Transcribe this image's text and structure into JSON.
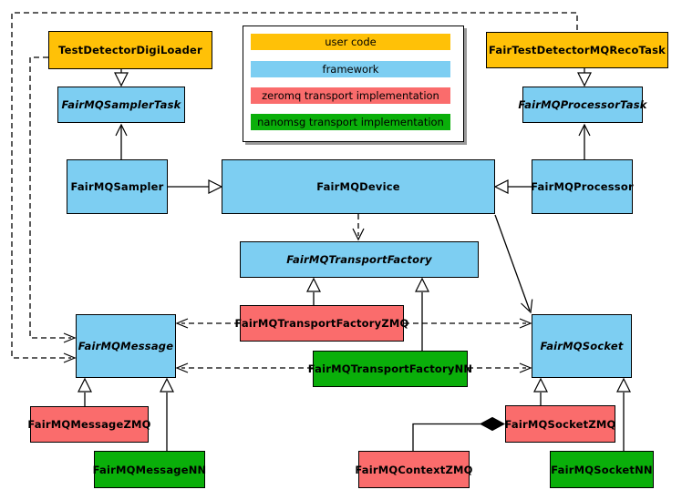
{
  "colors": {
    "user_code": "#FFC107",
    "framework": "#7DCEF2",
    "zeromq": "#FA6C6C",
    "nanomsg": "#0AAF0A",
    "border": "#000000",
    "background": "#FFFFFF",
    "legend_shadow": "#999999"
  },
  "legend": {
    "items": [
      {
        "label": "user code",
        "kind": "user_code"
      },
      {
        "label": "framework",
        "kind": "framework"
      },
      {
        "label": "zeromq transport implementation",
        "kind": "zeromq"
      },
      {
        "label": "nanomsg transport implementation",
        "kind": "nanomsg"
      }
    ]
  },
  "nodes": [
    {
      "id": "TestDetectorDigiLoader",
      "label": "TestDetectorDigiLoader",
      "kind": "user_code",
      "abstract": false
    },
    {
      "id": "FairTestDetectorMQRecoTask",
      "label": "FairTestDetectorMQRecoTask",
      "kind": "user_code",
      "abstract": false
    },
    {
      "id": "FairMQSamplerTask",
      "label": "FairMQSamplerTask",
      "kind": "framework",
      "abstract": true
    },
    {
      "id": "FairMQProcessorTask",
      "label": "FairMQProcessorTask",
      "kind": "framework",
      "abstract": true
    },
    {
      "id": "FairMQSampler",
      "label": "FairMQSampler",
      "kind": "framework",
      "abstract": false
    },
    {
      "id": "FairMQDevice",
      "label": "FairMQDevice",
      "kind": "framework",
      "abstract": false
    },
    {
      "id": "FairMQProcessor",
      "label": "FairMQProcessor",
      "kind": "framework",
      "abstract": false
    },
    {
      "id": "FairMQTransportFactory",
      "label": "FairMQTransportFactory",
      "kind": "framework",
      "abstract": true
    },
    {
      "id": "FairMQTransportFactoryZMQ",
      "label": "FairMQTransportFactoryZMQ",
      "kind": "zeromq",
      "abstract": false
    },
    {
      "id": "FairMQTransportFactoryNN",
      "label": "FairMQTransportFactoryNN",
      "kind": "nanomsg",
      "abstract": false
    },
    {
      "id": "FairMQMessage",
      "label": "FairMQMessage",
      "kind": "framework",
      "abstract": true
    },
    {
      "id": "FairMQSocket",
      "label": "FairMQSocket",
      "kind": "framework",
      "abstract": true
    },
    {
      "id": "FairMQMessageZMQ",
      "label": "FairMQMessageZMQ",
      "kind": "zeromq",
      "abstract": false
    },
    {
      "id": "FairMQMessageNN",
      "label": "FairMQMessageNN",
      "kind": "nanomsg",
      "abstract": false
    },
    {
      "id": "FairMQContextZMQ",
      "label": "FairMQContextZMQ",
      "kind": "zeromq",
      "abstract": false
    },
    {
      "id": "FairMQSocketZMQ",
      "label": "FairMQSocketZMQ",
      "kind": "zeromq",
      "abstract": false
    },
    {
      "id": "FairMQSocketNN",
      "label": "FairMQSocketNN",
      "kind": "nanomsg",
      "abstract": false
    }
  ],
  "edges": [
    {
      "from": "TestDetectorDigiLoader",
      "to": "FairMQSamplerTask",
      "type": "generalization"
    },
    {
      "from": "FairTestDetectorMQRecoTask",
      "to": "FairMQProcessorTask",
      "type": "generalization"
    },
    {
      "from": "FairMQSampler",
      "to": "FairMQSamplerTask",
      "type": "association"
    },
    {
      "from": "FairMQProcessor",
      "to": "FairMQProcessorTask",
      "type": "association"
    },
    {
      "from": "FairMQSampler",
      "to": "FairMQDevice",
      "type": "generalization"
    },
    {
      "from": "FairMQProcessor",
      "to": "FairMQDevice",
      "type": "generalization"
    },
    {
      "from": "FairMQDevice",
      "to": "FairMQTransportFactory",
      "type": "dependency"
    },
    {
      "from": "FairMQDevice",
      "to": "FairMQSocket",
      "type": "association"
    },
    {
      "from": "FairMQTransportFactoryZMQ",
      "to": "FairMQTransportFactory",
      "type": "generalization"
    },
    {
      "from": "FairMQTransportFactoryNN",
      "to": "FairMQTransportFactory",
      "type": "generalization"
    },
    {
      "from": "FairMQTransportFactoryZMQ",
      "to": "FairMQMessage",
      "type": "dependency"
    },
    {
      "from": "FairMQTransportFactoryZMQ",
      "to": "FairMQSocket",
      "type": "dependency"
    },
    {
      "from": "FairMQTransportFactoryNN",
      "to": "FairMQMessage",
      "type": "dependency"
    },
    {
      "from": "FairMQTransportFactoryNN",
      "to": "FairMQSocket",
      "type": "dependency"
    },
    {
      "from": "TestDetectorDigiLoader",
      "to": "FairMQMessage",
      "type": "dependency"
    },
    {
      "from": "FairTestDetectorMQRecoTask",
      "to": "FairMQMessage",
      "type": "dependency"
    },
    {
      "from": "FairMQMessageZMQ",
      "to": "FairMQMessage",
      "type": "generalization"
    },
    {
      "from": "FairMQMessageNN",
      "to": "FairMQMessage",
      "type": "generalization"
    },
    {
      "from": "FairMQSocketZMQ",
      "to": "FairMQSocket",
      "type": "generalization"
    },
    {
      "from": "FairMQSocketNN",
      "to": "FairMQSocket",
      "type": "generalization"
    },
    {
      "from": "FairMQContextZMQ",
      "to": "FairMQSocketZMQ",
      "type": "composition"
    }
  ]
}
